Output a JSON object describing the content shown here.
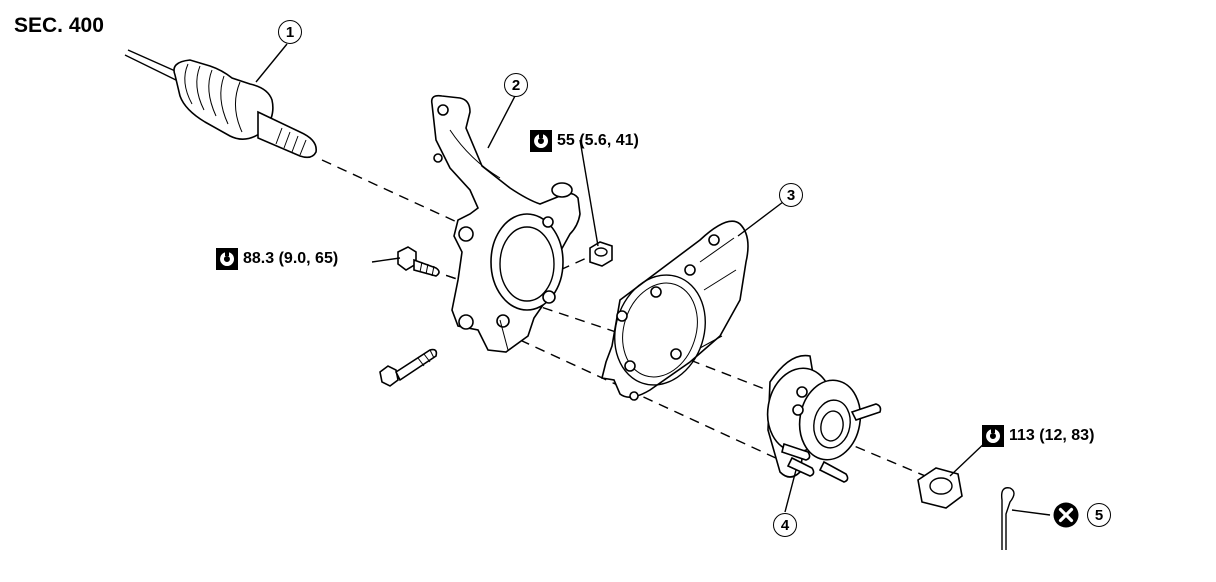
{
  "section_label": "SEC. 400",
  "callouts": {
    "c1": "1",
    "c2": "2",
    "c3": "3",
    "c4": "4",
    "c5": "5"
  },
  "torques": {
    "knuckle_bolt": "88.3 (9.0, 65)",
    "knuckle_nut": "55 (5.6, 41)",
    "wheel_nut": "113 (12, 83)"
  },
  "icons": {
    "torque": "torque-wrench-icon",
    "no_reuse": "do-not-reuse-icon"
  },
  "colors": {
    "line": "#000000",
    "background": "#ffffff"
  }
}
